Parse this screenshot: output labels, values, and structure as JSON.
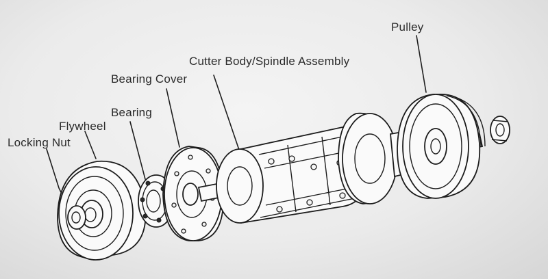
{
  "labels": {
    "locking_nut": "Locking Nut",
    "flywheel": "Flywheel",
    "bearing": "Bearing",
    "bearing_cover": "Bearing Cover",
    "cutter_body": "Cutter Body/Spindle Assembly",
    "pulley": "Pulley"
  },
  "colors": {
    "background": "#ebebeb",
    "line": "#1e1e1e",
    "text": "#2b2b2b"
  }
}
